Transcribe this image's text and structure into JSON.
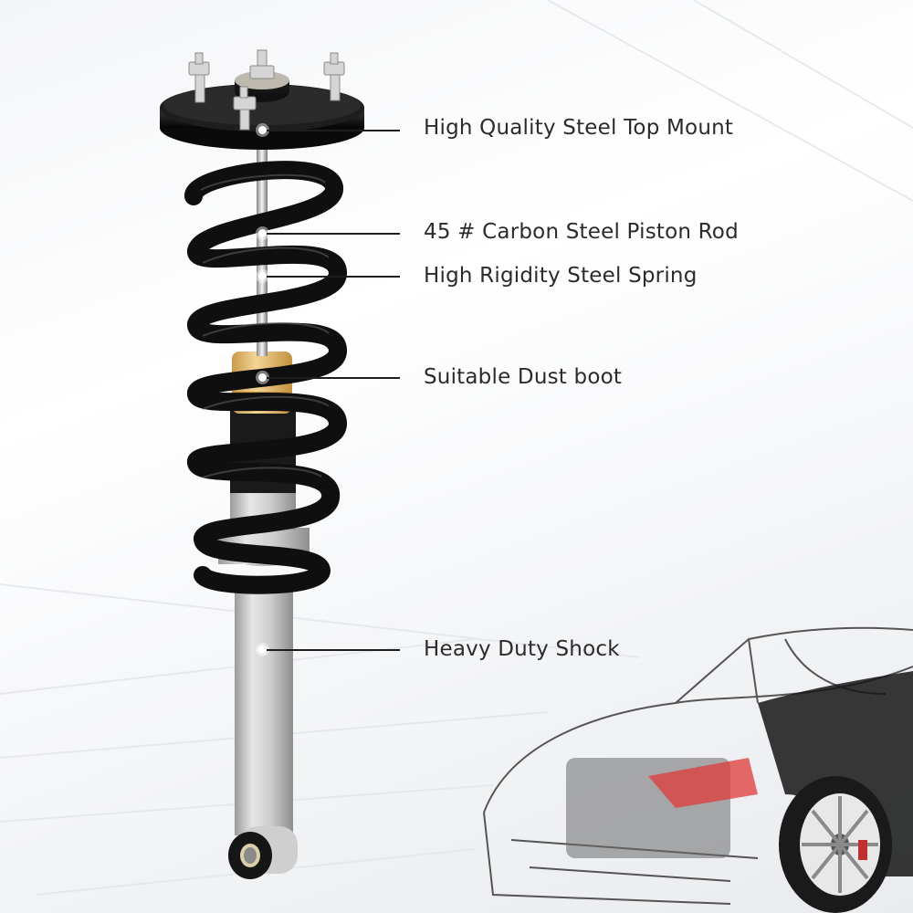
{
  "product": {
    "name": "Coilover strut assembly",
    "colors": {
      "spring": "#111111",
      "top_mount": "#151515",
      "dust_boot": "#e8c27a",
      "shock_body": "#c8c8c8",
      "label_text": "#2b2b2b"
    }
  },
  "callouts": [
    {
      "label": "High Quality Steel Top Mount",
      "target": "top-mount"
    },
    {
      "label": "45 # Carbon Steel Piston Rod",
      "target": "piston-rod"
    },
    {
      "label": "High Rigidity Steel Spring",
      "target": "coil-spring"
    },
    {
      "label": "Suitable Dust boot",
      "target": "dust-boot"
    },
    {
      "label": "Heavy Duty Shock",
      "target": "shock-body"
    }
  ],
  "illustration": {
    "car": "transparent x-ray car illustration",
    "highlight_color": "#e03a3a"
  }
}
